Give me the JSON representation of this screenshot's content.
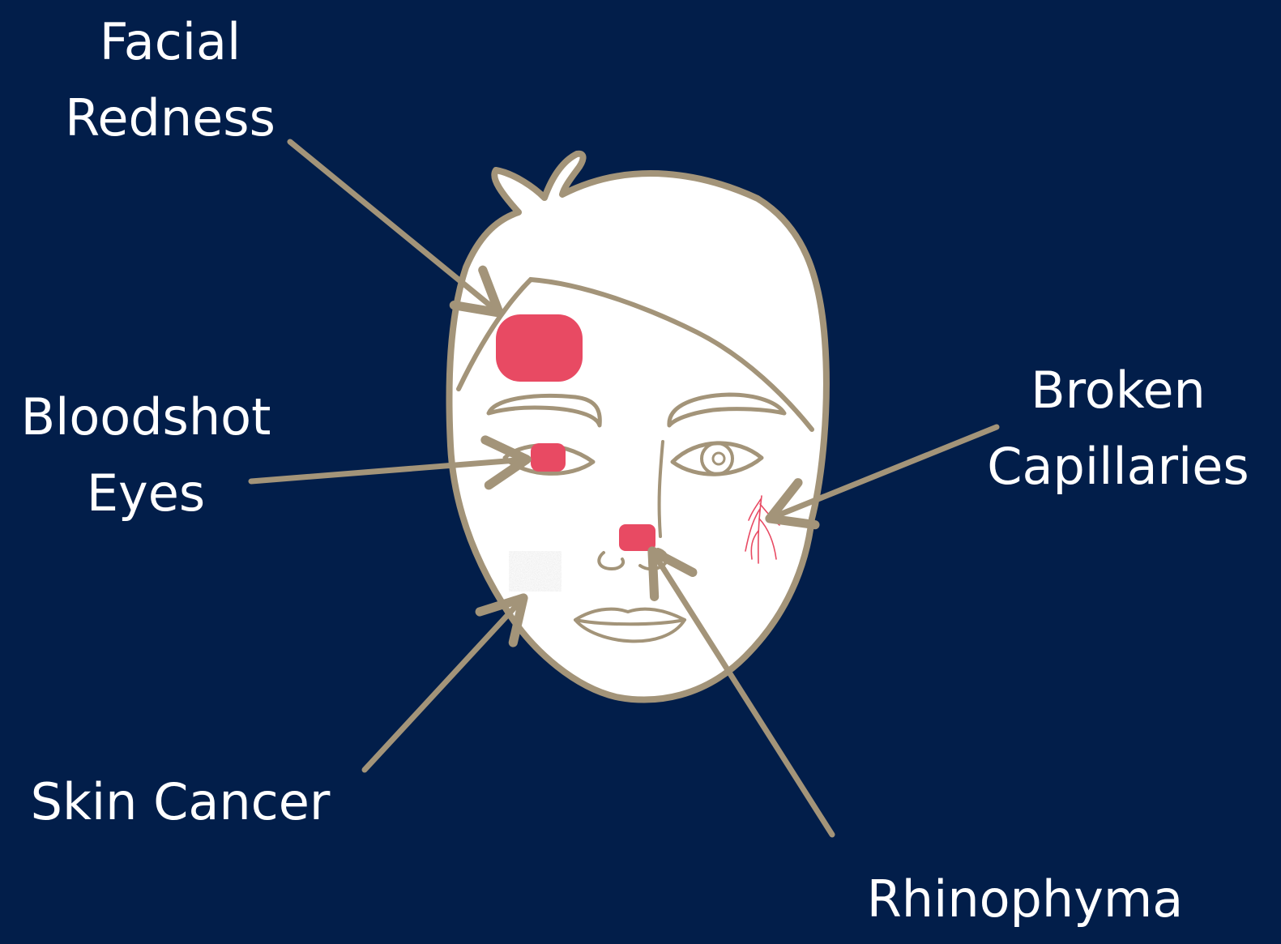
{
  "colors": {
    "background": "#021e4a",
    "face_fill": "#ffffff",
    "outline": "#a39479",
    "redness": "#e84a63",
    "capillary": "#e84a63",
    "label_text": "#ffffff"
  },
  "labels": {
    "facial_redness": {
      "line1": "Facial",
      "line2": "Redness"
    },
    "bloodshot_eyes": {
      "line1": "Bloodshot",
      "line2": "Eyes"
    },
    "broken_capillaries": {
      "line1": "Broken",
      "line2": "Capillaries"
    },
    "skin_cancer": {
      "line1": "Skin Cancer"
    },
    "rhinophyma": {
      "line1": "Rhinophyma"
    }
  },
  "icons": [
    "face-illustration",
    "arrow"
  ]
}
